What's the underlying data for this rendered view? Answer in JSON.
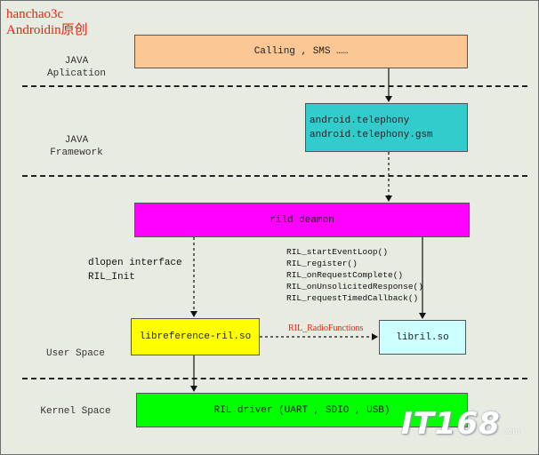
{
  "author": {
    "line1": "hanchao3c",
    "line2": "Androidin原创"
  },
  "layers": {
    "java_app": "JAVA\nAplication",
    "java_framework": "JAVA\nFramework",
    "user_space": "User Space",
    "kernel_space": "Kernel Space"
  },
  "boxes": {
    "calling_sms": "Calling , SMS ……",
    "telephony": "android.telephony\nandroid.telephony.gsm",
    "rild": "rild deamon",
    "libreference": "libreference-ril.so",
    "libril": "libril.so",
    "ril_driver": "RIL driver (UART , SDIO , USB)"
  },
  "annotations": {
    "dlopen": "dlopen interface\nRIL_Init",
    "functions": [
      "RIL_startEventLoop()",
      "RIL_register()",
      "RIL_onRequestComplete()",
      "RIL_onUnsolicitedResponse()",
      "RIL_requestTimedCallback()"
    ],
    "radio_functions": "RIL_RadioFunctions"
  },
  "watermark": {
    "logo": "IT168",
    "suffix": ".com"
  },
  "colors": {
    "calling_box": "#fbc795",
    "telephony_box": "#33cccc",
    "rild_box": "#ff00ff",
    "libreference_box": "#ffff00",
    "libril_box": "#ccffff",
    "driver_box": "#00ff00",
    "author_text": "#e8220f",
    "radio_functions_text": "#e8220f"
  }
}
